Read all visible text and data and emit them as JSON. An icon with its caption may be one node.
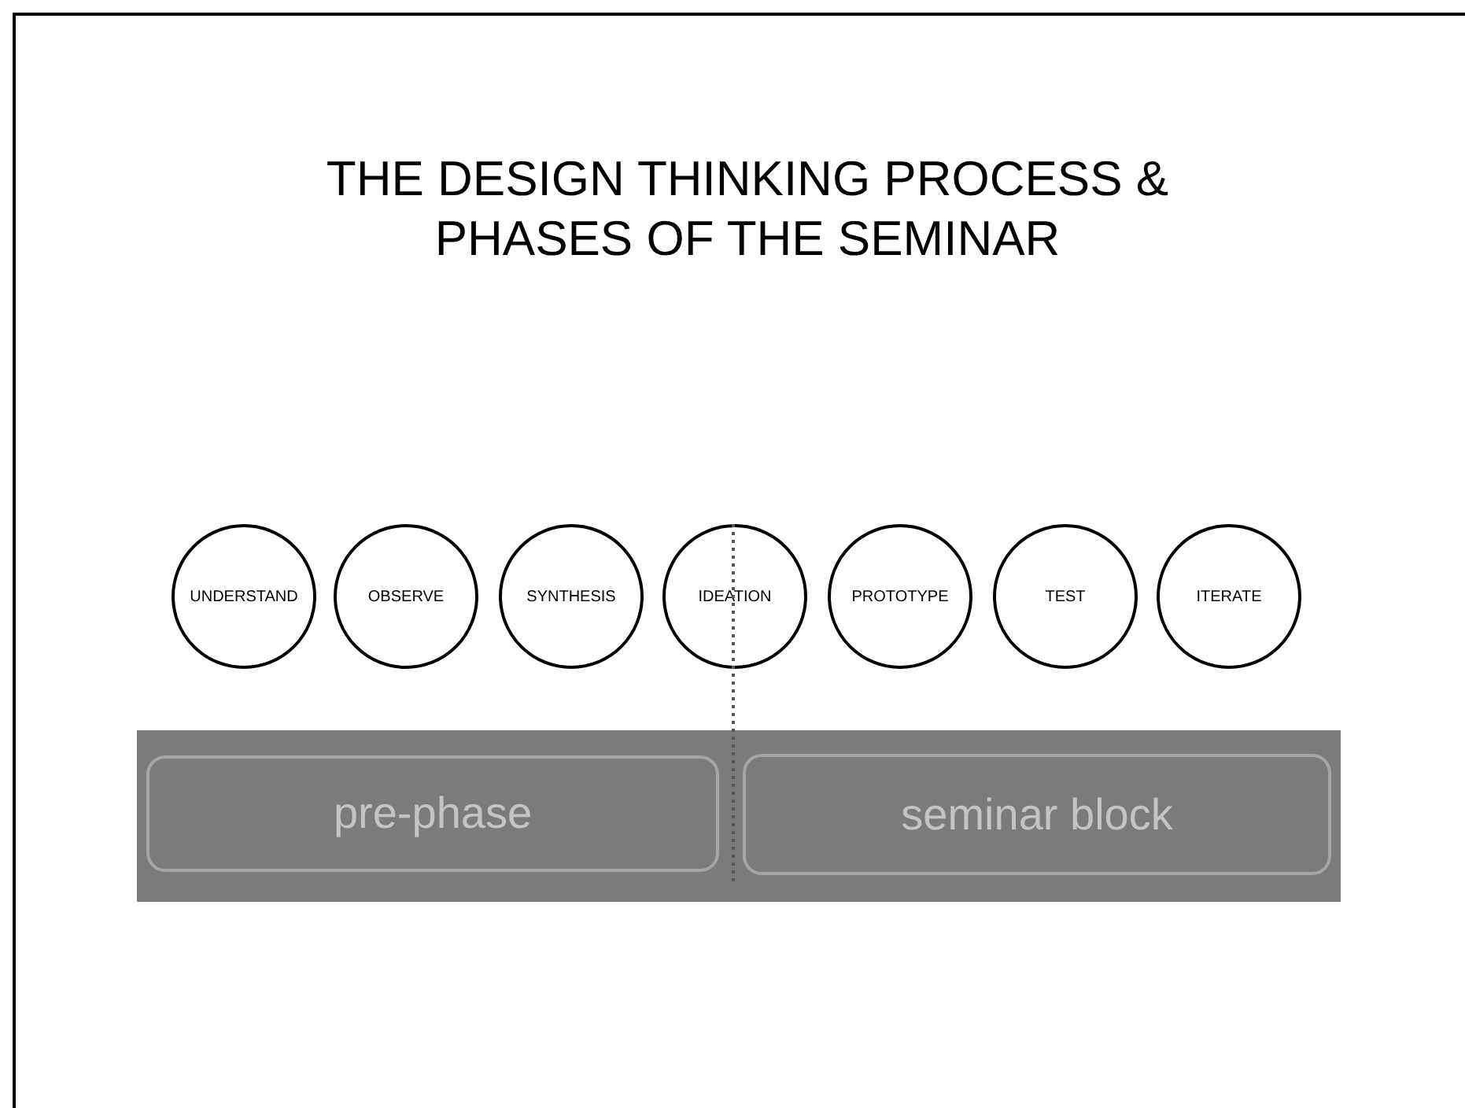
{
  "diagram": {
    "title": "THE DESIGN THINKING PROCESS & PHASES OF THE SEMINAR",
    "nodes": [
      {
        "text": [
          "UNDERSTAND"
        ]
      },
      {
        "text": [
          "OBSERVE"
        ]
      },
      {
        "text": [
          "SYNTHESIS"
        ]
      },
      {
        "text": [
          "IDEATION"
        ]
      },
      {
        "text": [
          "PROTOTYPE"
        ]
      },
      {
        "text": [
          "TEST"
        ]
      },
      {
        "text": [
          "ITERATE"
        ]
      },
      {
        "text": [],
        "shape": "box"
      },
      {
        "text": [
          "pre-phase"
        ],
        "in": 7
      },
      {
        "text": [
          "seminar block"
        ],
        "in": 7
      }
    ]
  }
}
